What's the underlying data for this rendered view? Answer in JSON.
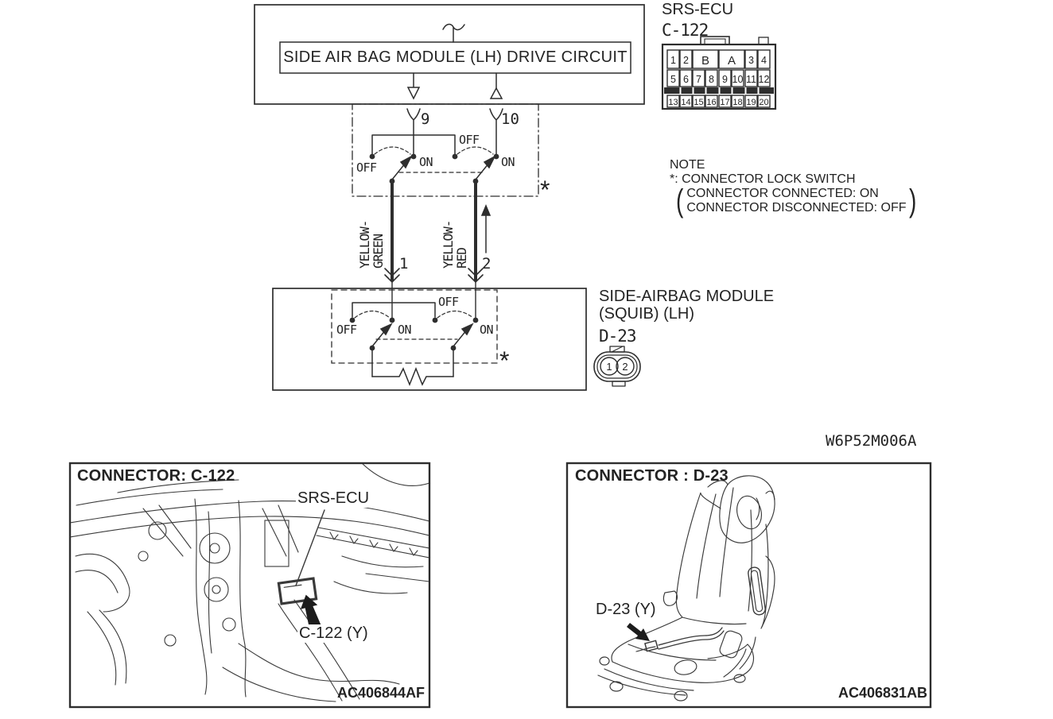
{
  "drive_circuit": {
    "label": "SIDE AIR BAG MODULE (LH) DRIVE CIRCUIT"
  },
  "srs_ecu": {
    "title": "SRS-ECU",
    "connector": "C-122",
    "grid": {
      "row1": [
        "1",
        "2",
        "B",
        "A",
        "3",
        "4"
      ],
      "row2": [
        "5",
        "6",
        "7",
        "8",
        "9",
        "10",
        "11",
        "12"
      ],
      "row3": [
        "13",
        "14",
        "15",
        "16",
        "17",
        "18",
        "19",
        "20"
      ]
    }
  },
  "upper_switch": {
    "pin_left": "9",
    "pin_right": "10",
    "off_left": "OFF",
    "on_left": "ON",
    "off_mid": "OFF",
    "on_right": "ON",
    "star": "*"
  },
  "note": {
    "title": "NOTE",
    "line1": "*: CONNECTOR LOCK SWITCH",
    "connected": "CONNECTOR CONNECTED: ON",
    "disconnected": "CONNECTOR DISCONNECTED: OFF"
  },
  "wires": {
    "left": {
      "line1": "YELLOW-",
      "line2": "GREEN",
      "pin": "1"
    },
    "right": {
      "line1": "YELLOW-",
      "line2": "RED",
      "pin": "2"
    }
  },
  "lower_switch": {
    "off_left": "OFF",
    "on_left": "ON",
    "off_mid": "OFF",
    "on_right": "ON",
    "star": "*"
  },
  "squib": {
    "title_line1": "SIDE-AIRBAG MODULE",
    "title_line2": "(SQUIB) (LH)",
    "connector": "D-23",
    "pin1": "1",
    "pin2": "2"
  },
  "figure_code": "W6P52M006A",
  "panel_c122": {
    "title": "CONNECTOR: C-122",
    "callout_ecu": "SRS-ECU",
    "callout_connector": "C-122 (Y)",
    "code": "AC406844AF"
  },
  "panel_d23": {
    "title": "CONNECTOR : D-23",
    "callout_connector": "D-23 (Y)",
    "code": "AC406831AB"
  },
  "colors": {
    "ink": "#2e2e2e",
    "paper": "#ffffff"
  }
}
